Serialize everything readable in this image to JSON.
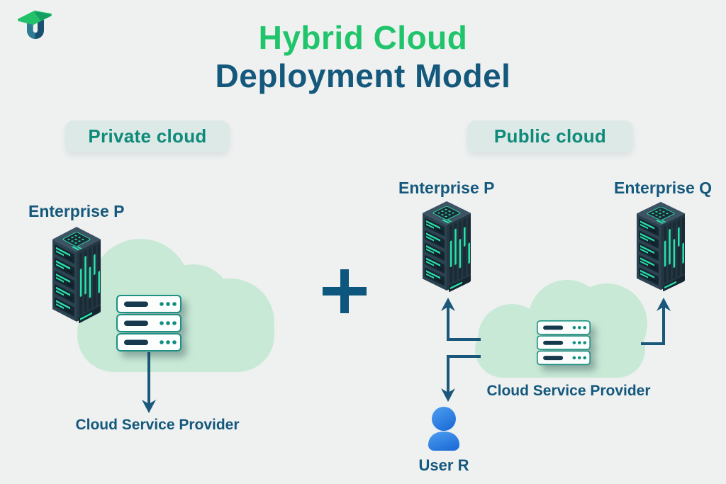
{
  "title": {
    "line1": "Hybrid Cloud",
    "line2": "Deployment Model"
  },
  "badges": {
    "private": "Private cloud",
    "public": "Public cloud"
  },
  "private_section": {
    "enterprise": "Enterprise P",
    "provider": "Cloud Service Provider"
  },
  "public_section": {
    "enterprise_p": "Enterprise P",
    "enterprise_q": "Enterprise Q",
    "provider": "Cloud Service Provider",
    "user": "User R"
  },
  "operator": {
    "plus": "+"
  },
  "colors": {
    "background": "#eff1f1",
    "title_green": "#20c46a",
    "title_navy": "#14587c",
    "badge_text": "#0d8a7a",
    "badge_bg": "#dde9e6",
    "cloud_mint": "#c8e9d6",
    "connector": "#19587a",
    "tower_body": "#2c4351",
    "tower_teal": "#2be0aa",
    "rack_border": "#1d9183",
    "user_blue": "#2e81e6"
  }
}
